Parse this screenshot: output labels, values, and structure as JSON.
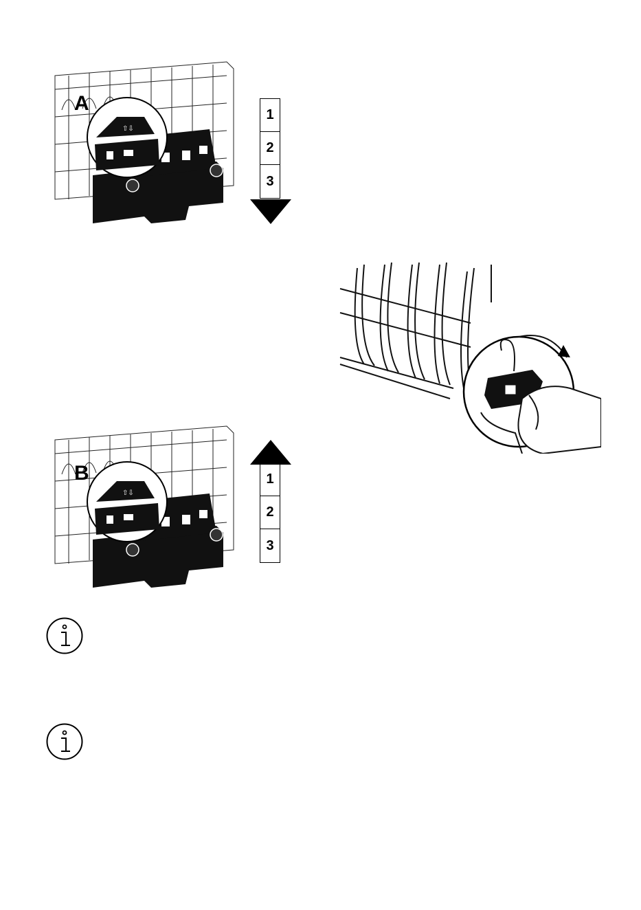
{
  "figure_a": {
    "label": "A",
    "steps": [
      "1",
      "2",
      "3"
    ],
    "arrow": "down"
  },
  "figure_b": {
    "label": "B",
    "steps": [
      "1",
      "2",
      "3"
    ],
    "arrow": "up"
  },
  "figure_c": {
    "description_icon": "hand-adjusting-clip"
  },
  "info_notes": [
    {
      "icon": "info-icon"
    },
    {
      "icon": "info-icon"
    }
  ],
  "colors": {
    "ink": "#000000",
    "paper": "#ffffff"
  }
}
